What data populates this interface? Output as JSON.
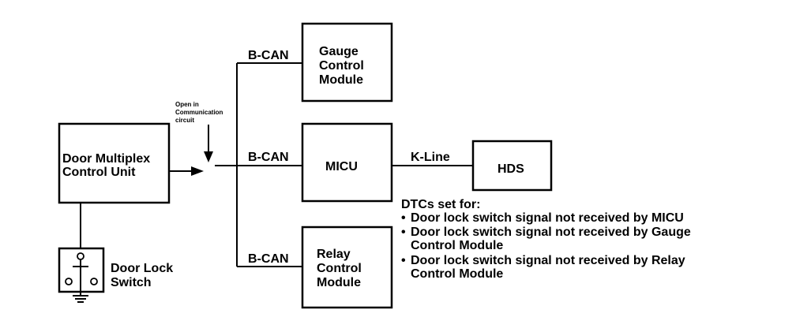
{
  "modules": {
    "door_mcu": [
      "Door Multiplex",
      "Control Unit"
    ],
    "gauge": [
      "Gauge",
      "Control",
      "Module"
    ],
    "micu": "MICU",
    "relay": [
      "Relay",
      "Control",
      "Module"
    ],
    "hds": "HDS",
    "door_lock_switch": [
      "Door Lock",
      "Switch"
    ]
  },
  "bus_labels": {
    "b_can_top": "B-CAN",
    "b_can_mid": "B-CAN",
    "b_can_bottom": "B-CAN",
    "k_line": "K-Line"
  },
  "fault_note": [
    "Open in",
    "Communication",
    "circuit"
  ],
  "dtc": {
    "heading": "DTCs set for:",
    "items": [
      [
        "Door lock switch signal not received by MICU"
      ],
      [
        "Door lock switch signal not received by Gauge",
        "Control Module"
      ],
      [
        "Door lock switch signal not received by Relay",
        "Control Module"
      ]
    ]
  }
}
